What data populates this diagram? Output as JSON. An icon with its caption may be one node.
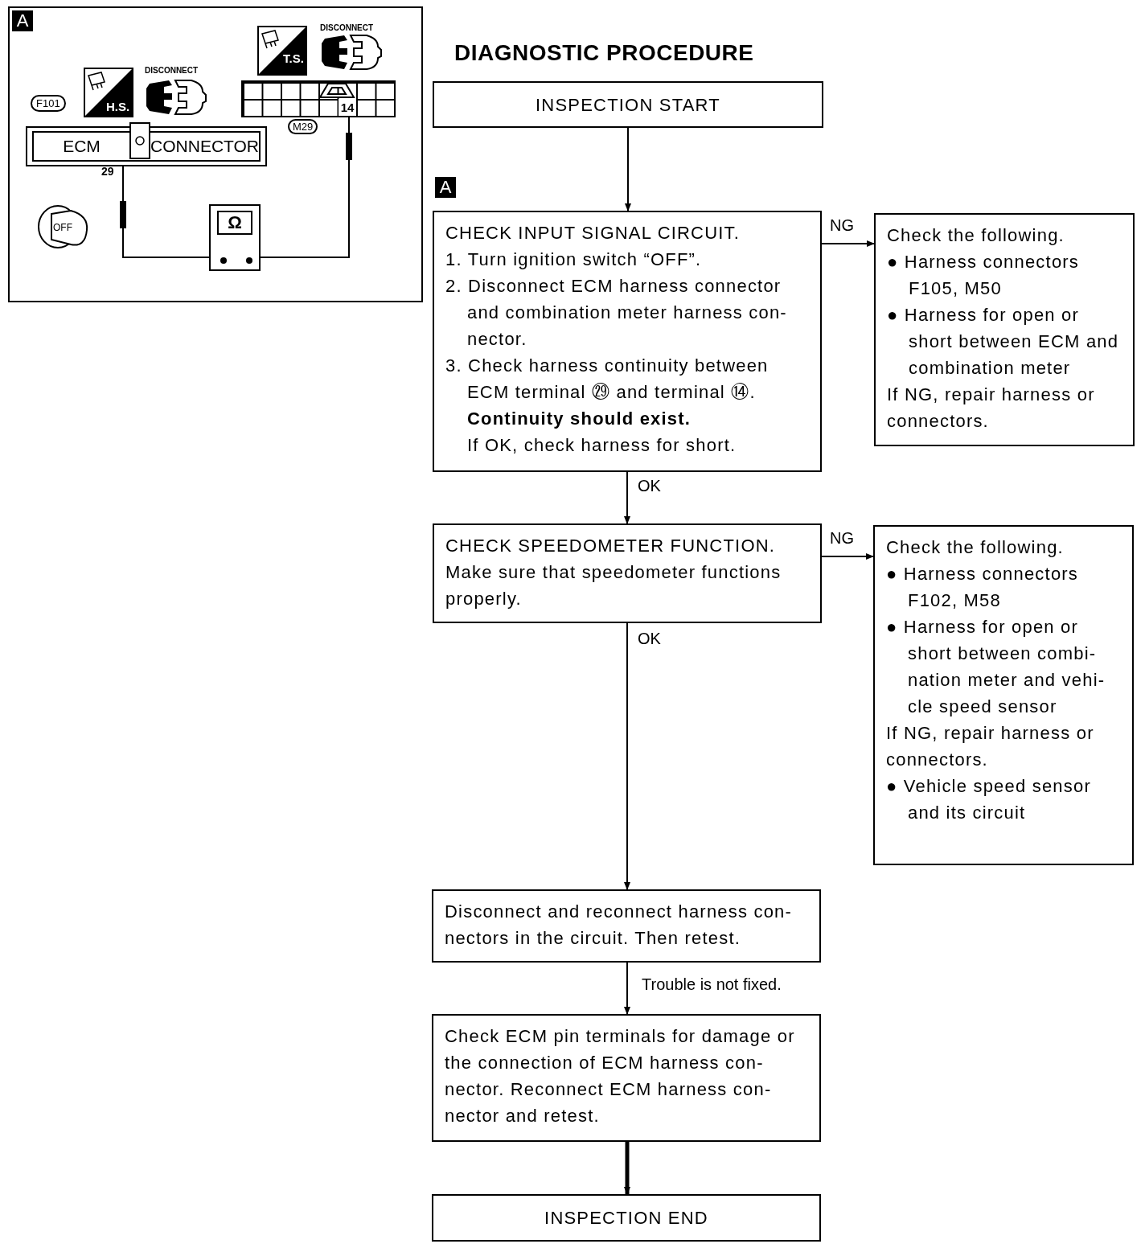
{
  "diagram": {
    "title": "DIAGNOSTIC PROCEDURE",
    "nodes": [
      {
        "text": [
          "A"
        ]
      },
      {
        "text": [
          "ECM",
          "CONNECTOR"
        ],
        "in": 0,
        "beside": [
          "29"
        ]
      },
      {
        "text": [
          "14"
        ],
        "in": 0
      },
      {
        "text": [
          "Ω"
        ],
        "in": 0
      },
      {
        "text": [
          "INSPECTION START"
        ]
      },
      {
        "text": [
          "CHECK INPUT SIGNAL CIRCUIT.",
          "1. Turn ignition switch “OFF”.",
          "2. Disconnect ECM harness connector and combination meter harness con- nector.",
          "3. Check harness continuity between ECM terminal ㉙ and terminal ⑭.",
          "Continuity should exist.",
          "If OK, check harness for short."
        ],
        "beside": [
          "A"
        ]
      },
      {
        "text": [
          "Check the following.",
          "● Harness connectors F105, M50",
          "● Harness for open or short between ECM and combination meter",
          "If NG, repair harness or connectors."
        ]
      },
      {
        "text": [
          "CHECK SPEEDOMETER FUNCTION.",
          "Make sure that speedometer functions properly."
        ]
      },
      {
        "text": [
          "Check the following.",
          "● Harness connectors F102, M58",
          "● Harness for open or short between combi- nation meter and vehi- cle speed sensor",
          "If NG, repair harness or connectors.",
          "● Vehicle speed sensor and its circuit"
        ]
      },
      {
        "text": [
          "Disconnect and reconnect harness con- nectors in the circuit. Then retest."
        ]
      },
      {
        "text": [
          "Check ECM pin terminals for damage or the connection of ECM harness con- nector. Reconnect ECM harness con- nector and retest."
        ]
      },
      {
        "text": [
          "INSPECTION END"
        ]
      }
    ],
    "edges": [
      {
        "from": 1,
        "to": 3,
        "arrow": "none"
      },
      {
        "from": 2,
        "to": 3,
        "arrow": "none"
      },
      {
        "from": 4,
        "to": 5,
        "arrow": "to"
      },
      {
        "from": 5,
        "to": 6,
        "arrow": "to",
        "label": "NG"
      },
      {
        "from": 5,
        "to": 7,
        "arrow": "to",
        "label": "OK"
      },
      {
        "from": 7,
        "to": 8,
        "arrow": "to",
        "label": "NG"
      },
      {
        "from": 7,
        "to": 9,
        "arrow": "to",
        "label": "OK"
      },
      {
        "from": 9,
        "to": 10,
        "arrow": "to",
        "label": "Trouble is not fixed."
      },
      {
        "from": 10,
        "to": 11,
        "arrow": "to",
        "style": "thick"
      }
    ],
    "labels": [
      "T.S.",
      "DISCONNECT",
      "F101",
      "H.S.",
      "DISCONNECT",
      "M29",
      "OFF"
    ]
  }
}
